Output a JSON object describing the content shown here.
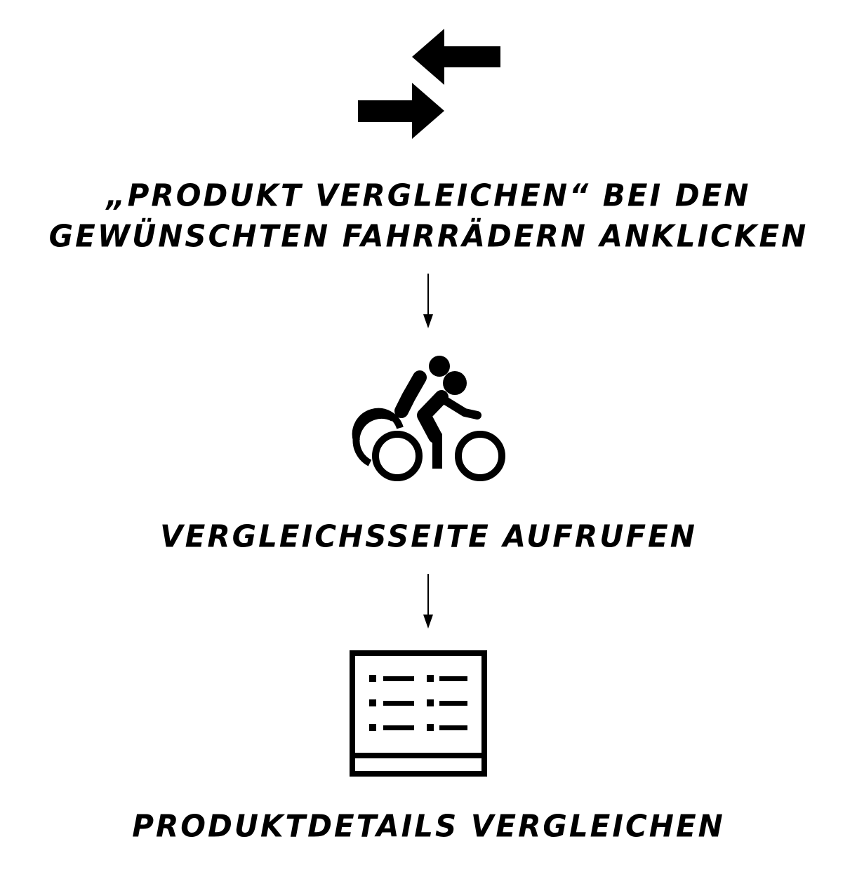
{
  "steps": [
    {
      "icon": "compare-arrows-icon",
      "lines": [
        "„PRODUKT VERGLEICHEN“ BEI DEN",
        "GEWÜNSCHTEN FAHRRÄDERN ANKLICKEN"
      ]
    },
    {
      "icon": "cyclists-icon",
      "lines": [
        "VERGLEICHSSEITE AUFRUFEN"
      ]
    },
    {
      "icon": "comparison-table-icon",
      "lines": [
        "PRODUKTDETAILS VERGLEICHEN"
      ]
    }
  ],
  "connectors": [
    "down-arrow-icon",
    "down-arrow-icon"
  ],
  "colors": {
    "foreground": "#000000",
    "background": "#ffffff"
  }
}
